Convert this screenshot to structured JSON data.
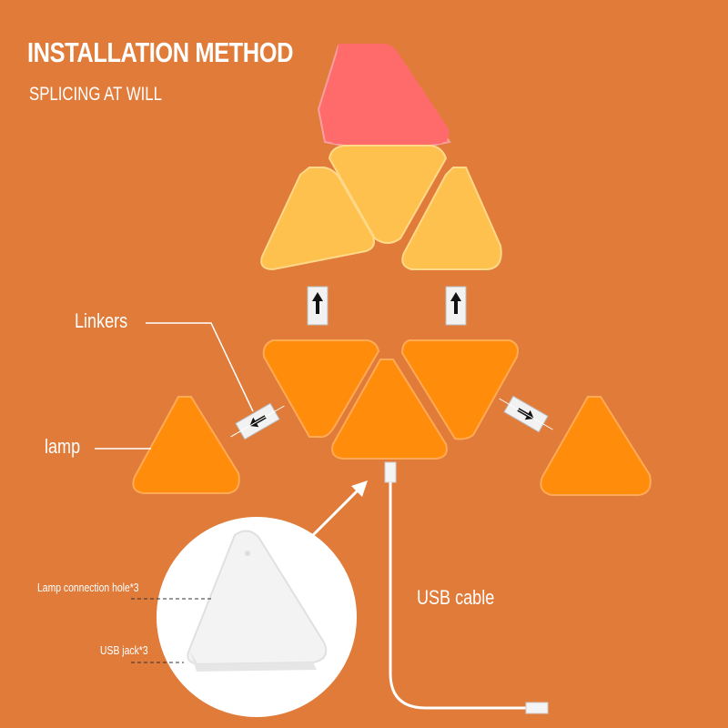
{
  "header": {
    "title": "INSTALLATION METHOD",
    "subtitle": "SPLICING AT WILL"
  },
  "labels": {
    "linkers": "Linkers",
    "lamp": "lamp",
    "usb_cable": "USB cable",
    "lamp_connection_hole": "Lamp connection hole*3",
    "usb_jack": "USB jack*3"
  },
  "colors": {
    "background": "#E07B3A",
    "panel_red": "#FF6B6B",
    "panel_yellow": "#FFC14D",
    "panel_orange": "#FF8C0A",
    "white": "#FFFFFF"
  },
  "icons": [
    "linker-arrow-up-icon",
    "linker-arrow-diagonal-icon",
    "usb-plug-icon"
  ]
}
